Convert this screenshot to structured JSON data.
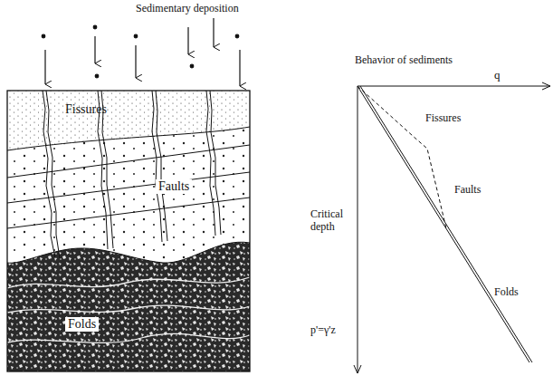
{
  "diagram": {
    "labels": [
      "Sedimentary deposition",
      "Behavior of sediments",
      "Fissures",
      "Faults",
      "Folds",
      "q",
      "Critical depth",
      "p'=γ'z",
      "Fissures",
      "Faults",
      "Folds"
    ]
  }
}
